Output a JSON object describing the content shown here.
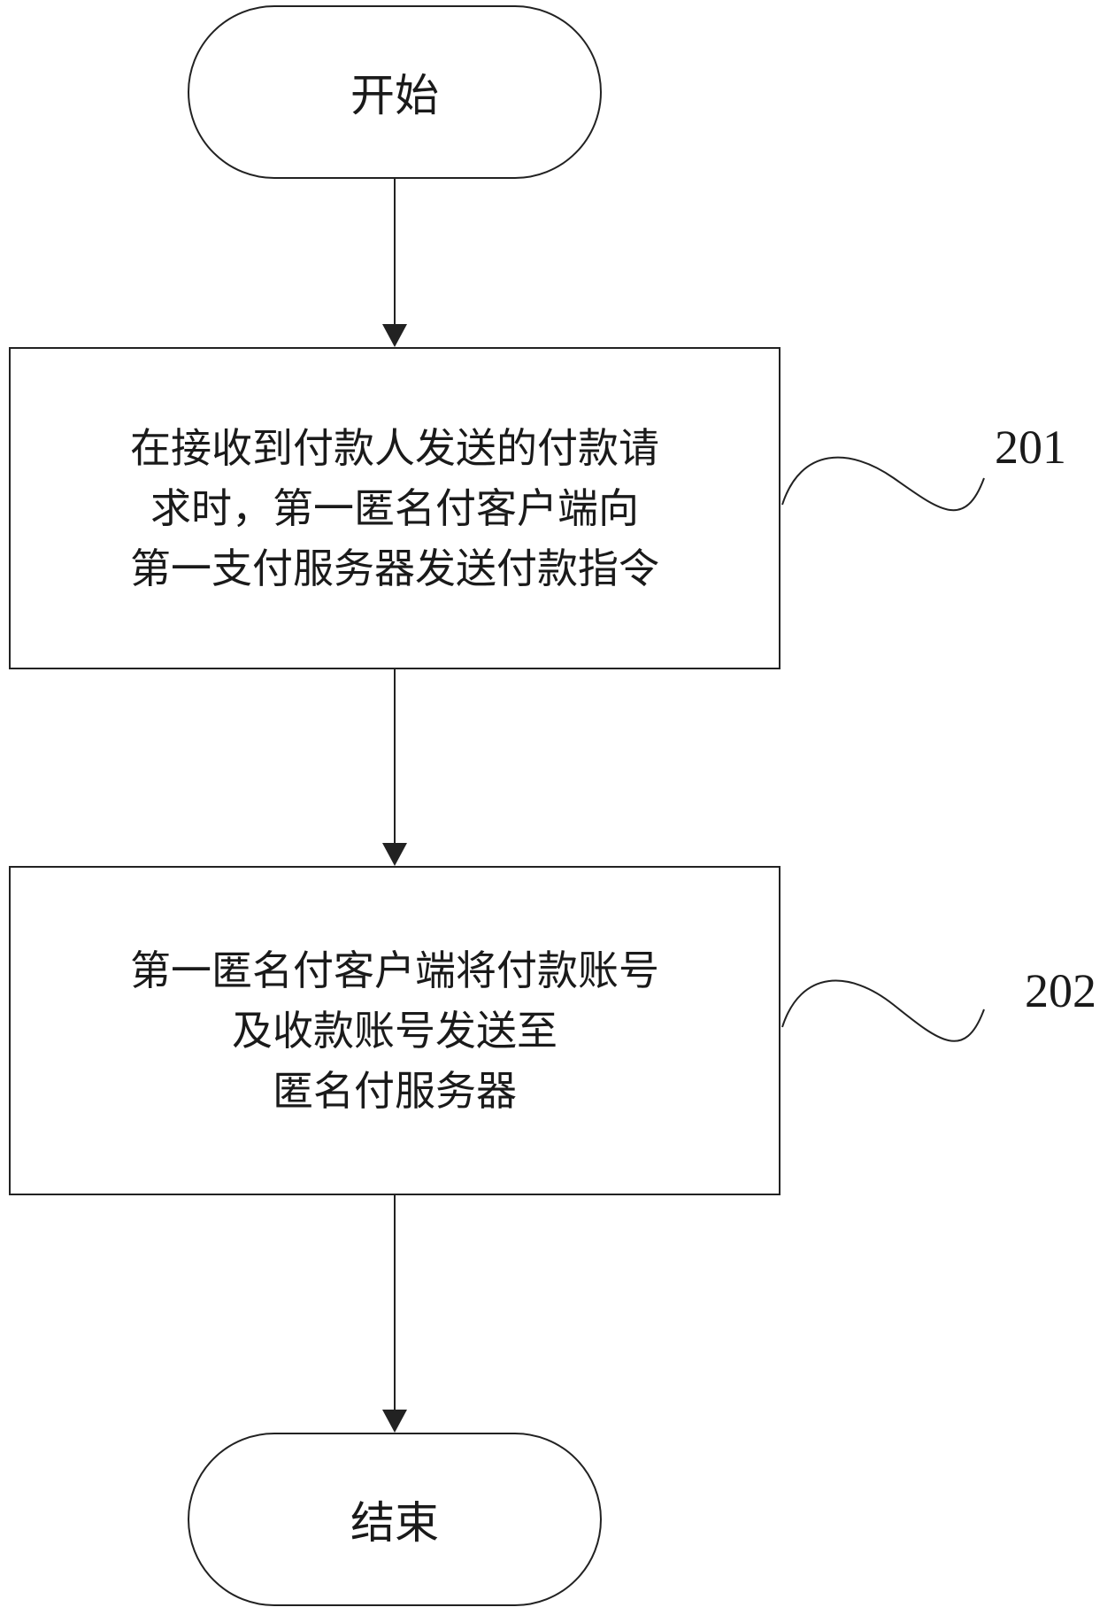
{
  "nodes": {
    "start": {
      "label": "开始"
    },
    "step1": {
      "lines": [
        "在接收到付款人发送的付款请",
        "求时，第一匿名付客户端向",
        "第一支付服务器发送付款指令"
      ]
    },
    "step2": {
      "lines": [
        "第一匿名付客户端将付款账号",
        "及收款账号发送至",
        "匿名付服务器"
      ]
    },
    "end": {
      "label": "结束"
    }
  },
  "step_labels": {
    "step1": "201",
    "step2": "202"
  },
  "colors": {
    "stroke": "#222222",
    "background": "#ffffff"
  }
}
